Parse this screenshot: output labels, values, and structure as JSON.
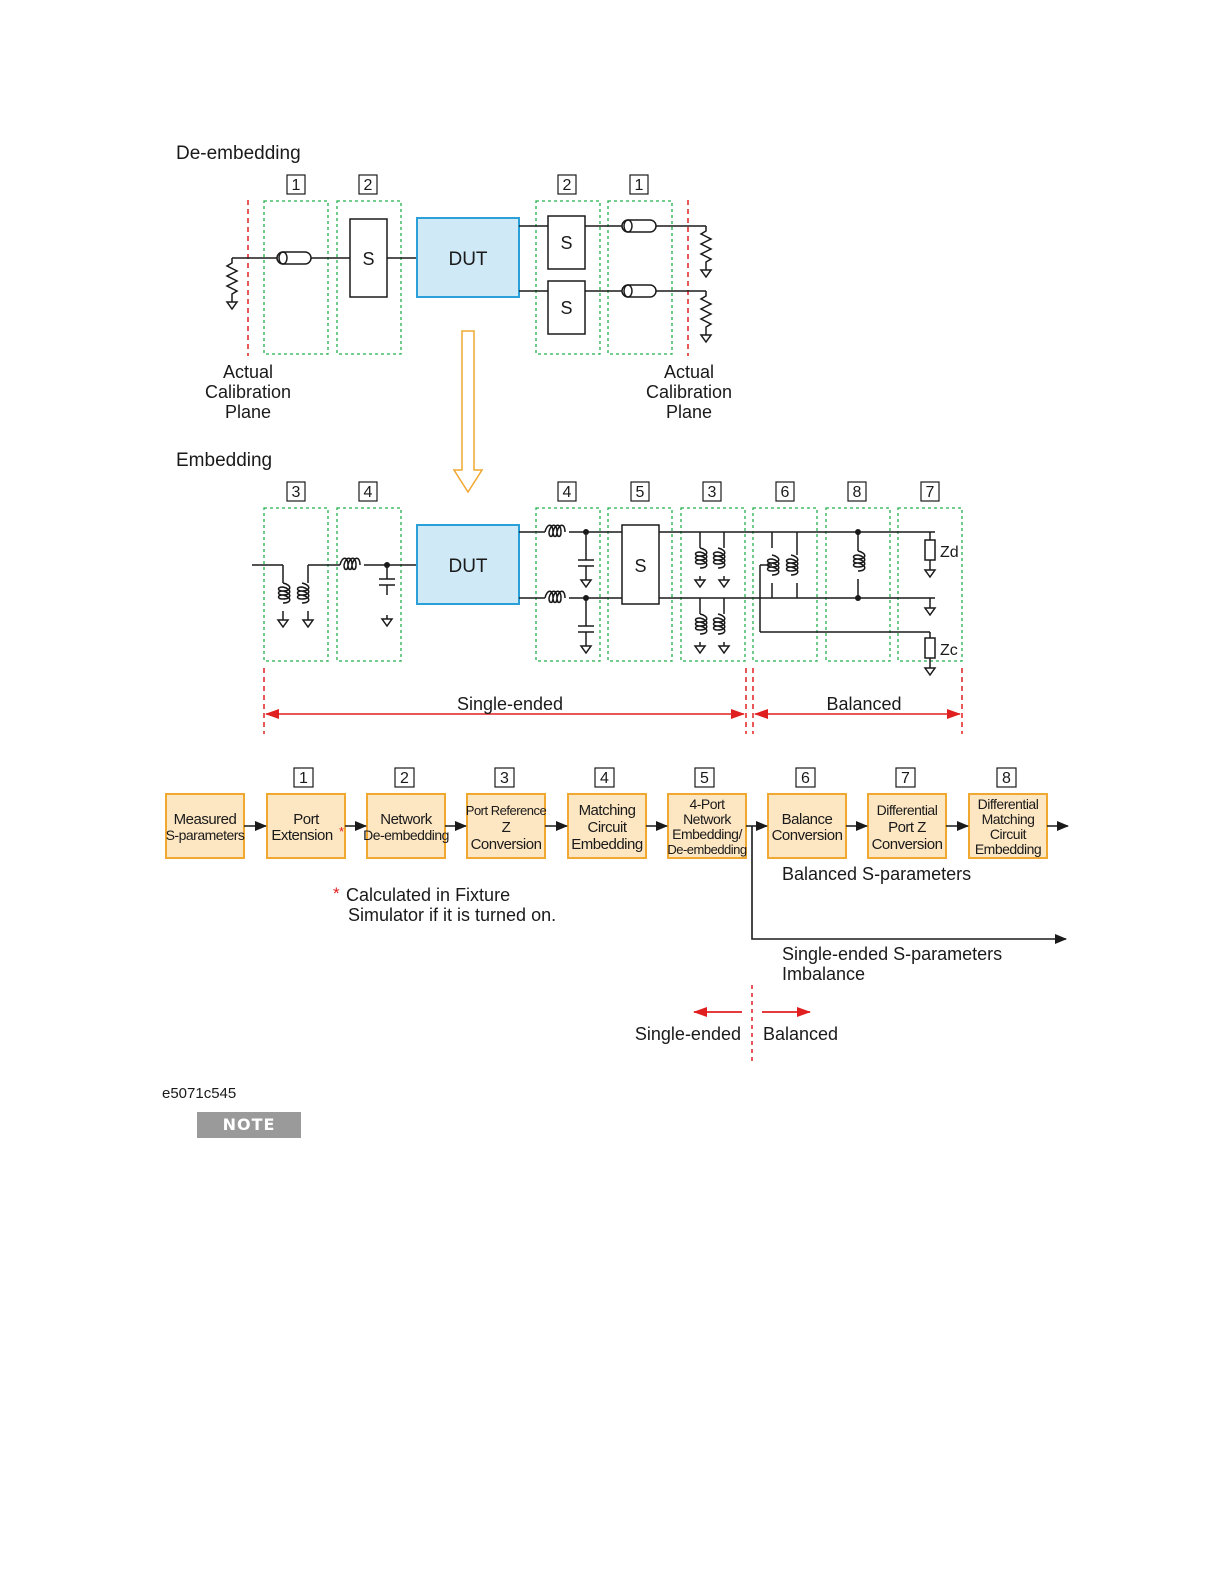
{
  "deembedding": {
    "title": "De-embedding",
    "top_numbers": [
      "1",
      "2",
      "2",
      "1"
    ],
    "s_label": "S",
    "dut_label": "DUT",
    "cal_plane_left": [
      "Actual",
      "Calibration",
      "Plane"
    ],
    "cal_plane_right": [
      "Actual",
      "Calibration",
      "Plane"
    ]
  },
  "embedding": {
    "title": "Embedding",
    "top_numbers": [
      "3",
      "4",
      "4",
      "5",
      "3",
      "6",
      "8",
      "7"
    ],
    "dut_label": "DUT",
    "s_label": "S",
    "zd_label": "Zd",
    "zc_label": "Zc",
    "single_ended_label": "Single-ended",
    "balanced_label": "Balanced"
  },
  "flow": {
    "numbers": [
      "1",
      "2",
      "3",
      "4",
      "5",
      "6",
      "7",
      "8"
    ],
    "boxes": [
      [
        "Measured",
        "S-parameters"
      ],
      [
        "Port",
        "Extension"
      ],
      [
        "Network",
        "De-embedding"
      ],
      [
        "Port Reference",
        "Z",
        "Conversion"
      ],
      [
        "Matching",
        "Circuit",
        "Embedding"
      ],
      [
        "4-Port",
        "Network",
        "Embedding/",
        "De-embedding"
      ],
      [
        "Balance",
        "Conversion"
      ],
      [
        "Differential",
        "Port Z",
        "Conversion"
      ],
      [
        "Differential",
        "Matching",
        "Circuit",
        "Embedding"
      ]
    ],
    "asterisk": "*",
    "footnote_line1": "Calculated in Fixture",
    "footnote_line2": "Simulator if it is turned on.",
    "balanced_output": "Balanced S-parameters",
    "single_output_line1": "Single-ended S-parameters",
    "single_output_line2": "Imbalance",
    "legend_single": "Single-ended",
    "legend_balanced": "Balanced"
  },
  "figure_id": "e5071c545",
  "note_label": "NOTE",
  "colors": {
    "dut_fill": "#cfe9f7",
    "dut_stroke": "#2a9fd8",
    "green_dash": "#22b14c",
    "red": "#e02020",
    "orange_stroke": "#f0a830",
    "orange_fill": "#fde6c2"
  }
}
